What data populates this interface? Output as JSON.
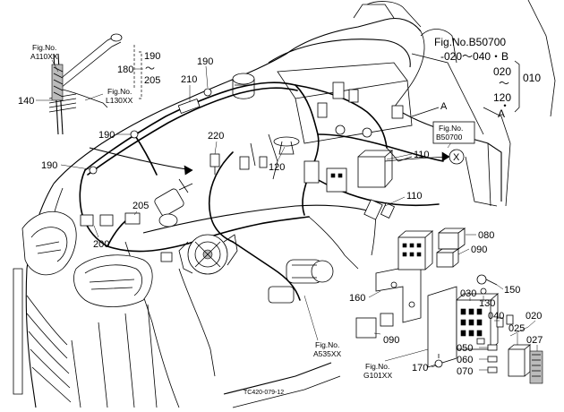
{
  "figure": {
    "main_ref_line1": "Fig.No.B50700",
    "main_ref_line2": "-020～040・B",
    "main_ref_range": [
      "020",
      "～",
      "120",
      "A"
    ],
    "group_number": "010",
    "drawing_code": "TC420-079-12"
  },
  "fig_refs": [
    {
      "id": "a110",
      "line1": "Fig.No.",
      "line2": "A110XX"
    },
    {
      "id": "l130",
      "line1": "Fig.No.",
      "line2": "L130XX"
    },
    {
      "id": "b50700",
      "line1": "Fig.No.",
      "line2": "B50700"
    },
    {
      "id": "a535",
      "line1": "Fig.No.",
      "line2": "A535XX"
    },
    {
      "id": "g101",
      "line1": "Fig.No.",
      "line2": "G101XX"
    }
  ],
  "bracket_range": [
    "190",
    "～",
    "205"
  ],
  "connection_markers": {
    "a_letter": "A",
    "x_letter": "X"
  },
  "parts": [
    {
      "id": "p140",
      "label": "140"
    },
    {
      "id": "p180",
      "label": "180"
    },
    {
      "id": "p210",
      "label": "210"
    },
    {
      "id": "p190a",
      "label": "190"
    },
    {
      "id": "p190b",
      "label": "190"
    },
    {
      "id": "p190c",
      "label": "190"
    },
    {
      "id": "p220",
      "label": "220"
    },
    {
      "id": "p120",
      "label": "120"
    },
    {
      "id": "p110a",
      "label": "110"
    },
    {
      "id": "p110b",
      "label": "110"
    },
    {
      "id": "p205",
      "label": "205"
    },
    {
      "id": "p200",
      "label": "200"
    },
    {
      "id": "p080",
      "label": "080"
    },
    {
      "id": "p090a",
      "label": "090"
    },
    {
      "id": "p150",
      "label": "150"
    },
    {
      "id": "p160",
      "label": "160"
    },
    {
      "id": "p030",
      "label": "030"
    },
    {
      "id": "p130",
      "label": "130"
    },
    {
      "id": "p040",
      "label": "040"
    },
    {
      "id": "p020",
      "label": "020"
    },
    {
      "id": "p025",
      "label": "025"
    },
    {
      "id": "p027",
      "label": "027"
    },
    {
      "id": "p090b",
      "label": "090"
    },
    {
      "id": "p050",
      "label": "050"
    },
    {
      "id": "p060",
      "label": "060"
    },
    {
      "id": "p070",
      "label": "070"
    },
    {
      "id": "p170",
      "label": "170"
    }
  ]
}
